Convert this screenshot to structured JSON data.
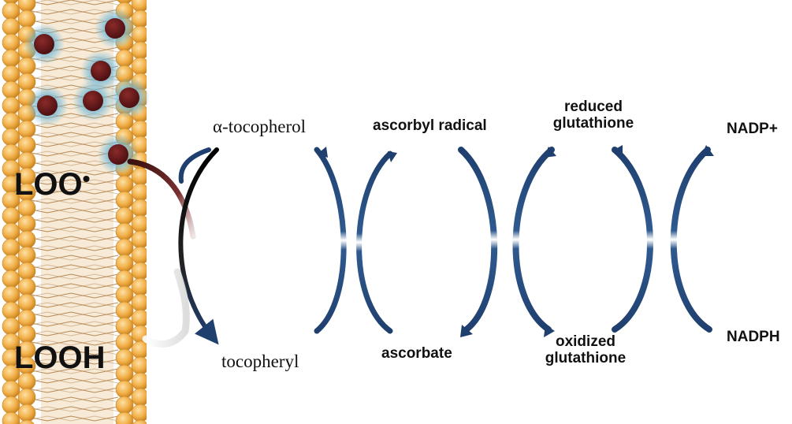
{
  "membrane_labels": {
    "peroxyl": "LOO",
    "hydroperoxide": "LOOH"
  },
  "cycle_labels": {
    "alpha_tocopherol": "α-tocopherol",
    "tocopheryl": "tocopheryl",
    "ascorbyl_radical": "ascorbyl radical",
    "ascorbate": "ascorbate",
    "reduced_glutathione": "reduced glutathione",
    "oxidized_glutathione": "oxidized glutathione",
    "nadp_plus": "NADP+",
    "nadph": "NADPH"
  },
  "colors": {
    "lipid_head": "#f2b04a",
    "lipid_tail": "#b07a38",
    "radical_dot": "#6b1a1a",
    "radical_glow": "#6fb7d6",
    "cycle_arrow": "#1f3f6e",
    "tocopherol_arrow": "#111111"
  }
}
